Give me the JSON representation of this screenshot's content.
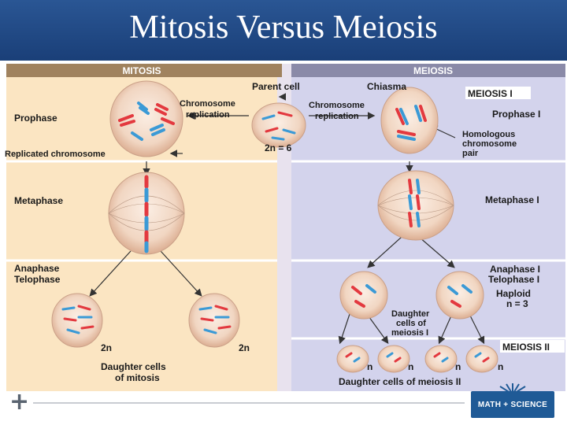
{
  "slide": {
    "title": "Mitosis Versus Meiosis",
    "logo_text": "MATH + SCIENCE"
  },
  "diagram": {
    "mitosis_header": "MITOSIS",
    "meiosis_header": "MEIOSIS",
    "parent_cell": "Parent cell",
    "chiasma": "Chiasma",
    "meiosis_one": "MEIOSIS I",
    "meiosis_two": "MEIOSIS II",
    "chrom_rep_left": [
      "Chromosome",
      "replication"
    ],
    "chrom_rep_right": [
      "Chromosome",
      "replication"
    ],
    "prophase": "Prophase",
    "prophase_one": "Prophase I",
    "replicated_chromosome": "Replicated chromosome",
    "two_n_six": "2n = 6",
    "homologous": [
      "Homologous",
      "chromosome",
      "pair"
    ],
    "metaphase": "Metaphase",
    "metaphase_one": "Metaphase I",
    "anaphase_telophase": [
      "Anaphase",
      "Telophase"
    ],
    "anaphase_telophase_one": [
      "Anaphase I",
      "Telophase I",
      "Haploid",
      "n = 3"
    ],
    "daughter_meiosis_one": [
      "Daughter",
      "cells of",
      "meiosis I"
    ],
    "two_n": "2n",
    "n_label": "n",
    "daughter_mitosis": [
      "Daughter cells",
      "of mitosis"
    ],
    "daughter_meiosis_two": "Daughter cells of meiosis II"
  },
  "colors": {
    "mitosis_bg": "#fbe5c2",
    "meiosis_bg": "#d3d3ec",
    "mitosis_header_bg": "#a0825e",
    "meiosis_header_bg": "#8a8aa8",
    "cell_fill": "#f1d8c6",
    "chromosome_red": "#e3393f",
    "chromosome_blue": "#3b9ad6"
  }
}
